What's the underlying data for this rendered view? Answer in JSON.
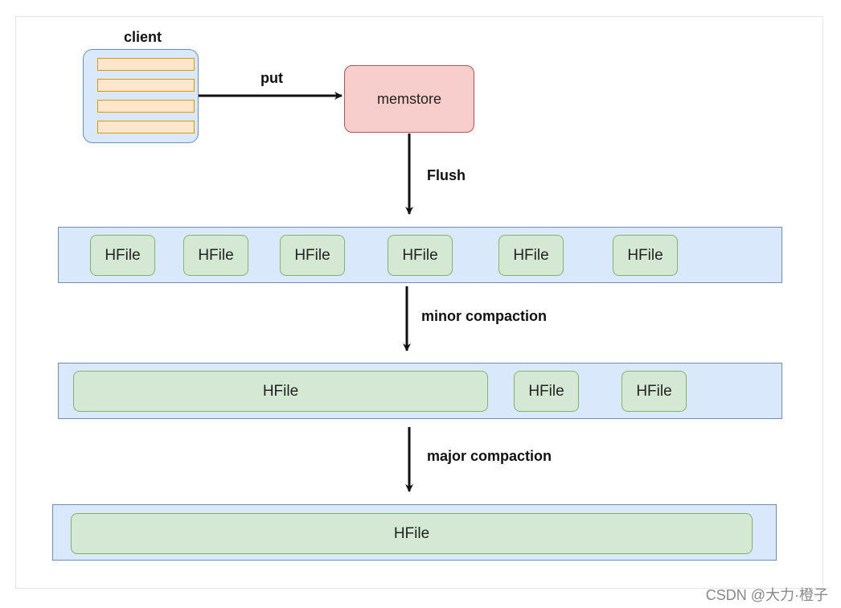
{
  "client": {
    "label": "client",
    "rows": 4
  },
  "memstore": {
    "label": "memstore"
  },
  "arrows": {
    "put": "put",
    "flush": "Flush",
    "minor": "minor compaction",
    "major": "major compaction"
  },
  "stages": {
    "after_flush": [
      "HFile",
      "HFile",
      "HFile",
      "HFile",
      "HFile",
      "HFile"
    ],
    "after_minor": [
      "HFile",
      "HFile",
      "HFile"
    ],
    "after_major": [
      "HFile"
    ]
  },
  "watermark": "CSDN @大力·橙子",
  "colors": {
    "client_fill": "#dae8fc",
    "client_row_fill": "#ffe6cc",
    "memstore_fill": "#f8cecc",
    "bar_fill": "#dae8fc",
    "hfile_fill": "#d5e8d4"
  }
}
